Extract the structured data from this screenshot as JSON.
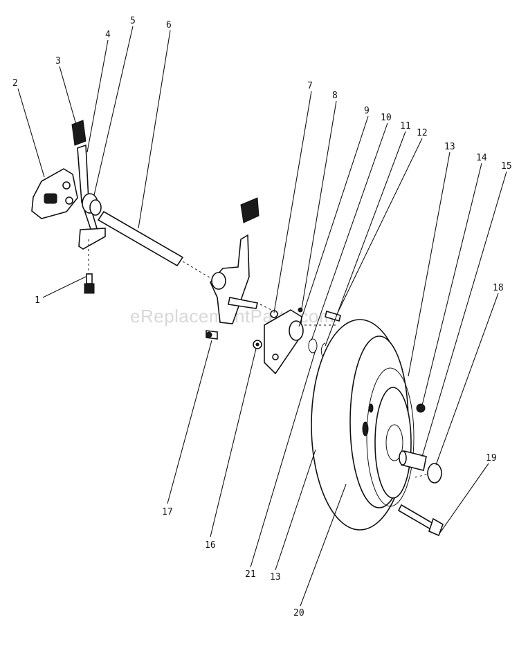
{
  "watermark": "eReplacementParts.com",
  "callouts": [
    "1",
    "2",
    "3",
    "4",
    "5",
    "6",
    "7",
    "8",
    "9",
    "10",
    "11",
    "12",
    "13",
    "14",
    "15",
    "16",
    "17",
    "18",
    "19",
    "20",
    "21",
    "13"
  ]
}
